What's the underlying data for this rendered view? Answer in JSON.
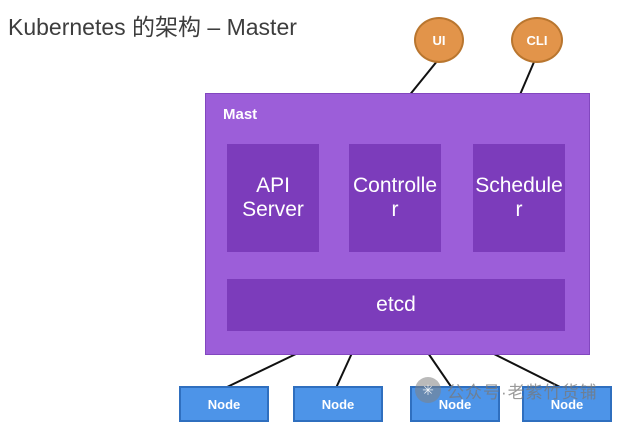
{
  "title": "Kubernetes 的架构 – Master",
  "diagram": {
    "ui_label": "UI",
    "cli_label": "CLI",
    "master_label": "Mast",
    "components": [
      {
        "label": "API Server"
      },
      {
        "label": "Controller"
      },
      {
        "label": "Scheduler"
      }
    ],
    "etcd_label": "etcd",
    "nodes": [
      {
        "label": "Node"
      },
      {
        "label": "Node"
      },
      {
        "label": "Node"
      },
      {
        "label": "Node"
      }
    ]
  },
  "watermark": {
    "icon": "aperture-icon",
    "icon_glyph": "✳",
    "text": "公众号·老紫竹货铺"
  },
  "colors": {
    "master_fill": "#9c5ed9",
    "component_fill": "#7c3cbb",
    "node_fill": "#4d94e8",
    "node_border": "#2f6fbf",
    "circle_fill": "#e2944a",
    "circle_border": "#b9762f",
    "line": "#111111"
  }
}
